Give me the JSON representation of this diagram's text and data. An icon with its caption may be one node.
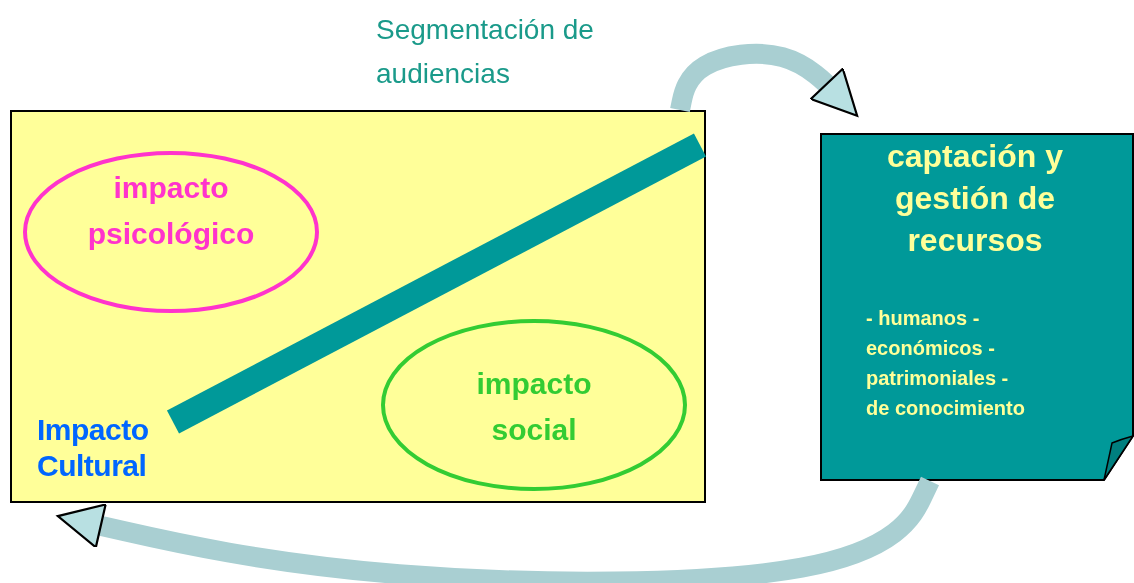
{
  "diagram": {
    "nodes": [
      {
        "text": [
          "Impacto Cultural"
        ]
      },
      {
        "text": [
          "impacto psicológico"
        ],
        "in": 0
      },
      {
        "text": [
          "impacto social"
        ],
        "in": 0
      },
      {
        "text": [
          "captación y gestión de recursos",
          "- humanos - económicos - patrimoniales - de conocimiento"
        ]
      }
    ],
    "edges": [
      {
        "from": 0,
        "to": 3,
        "arrow": "to",
        "label": "Segmentación de audiencias"
      },
      {
        "from": 3,
        "to": 0,
        "arrow": "to"
      }
    ]
  }
}
